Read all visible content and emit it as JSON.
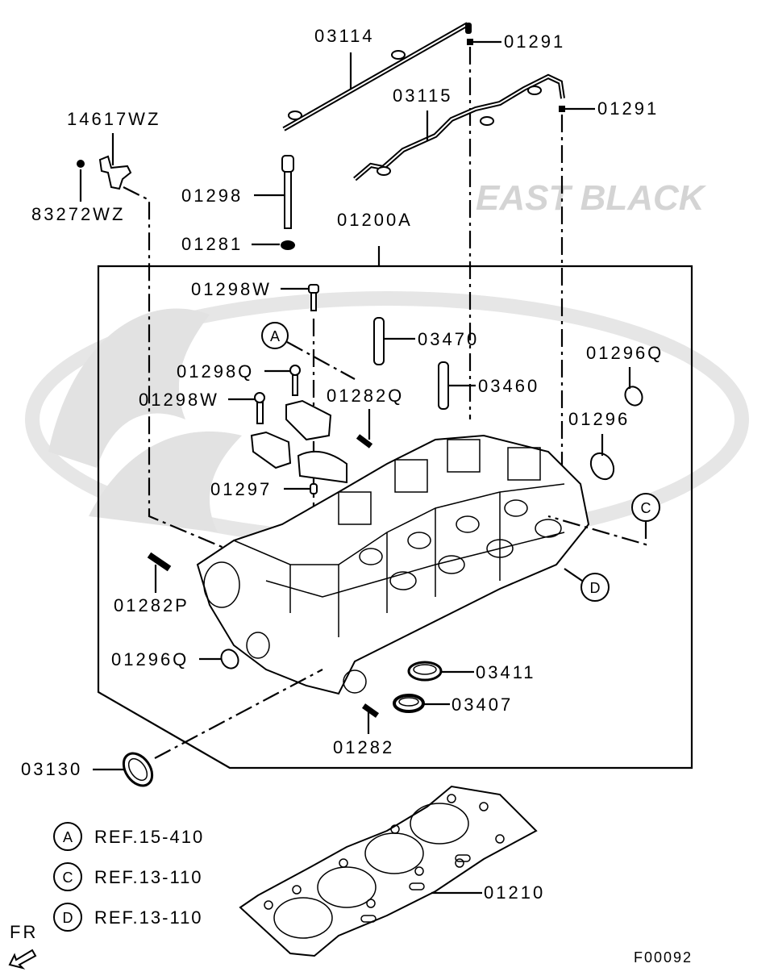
{
  "diagram": {
    "figure_id": "F00092",
    "watermark": "EAST BLACK",
    "front_marker": "FR",
    "parts": {
      "p03114": "03114",
      "p01291a": "01291",
      "p03115": "03115",
      "p01291b": "01291",
      "p14617WZ": "14617WZ",
      "p83272WZ": "83272WZ",
      "p01298": "01298",
      "p01281": "01281",
      "p01200A": "01200A",
      "p01298W_top": "01298W",
      "p03470": "03470",
      "p01296Q_right": "01296Q",
      "p01298Q": "01298Q",
      "p03460": "03460",
      "p01298W_mid": "01298W",
      "p01282Q": "01282Q",
      "p01296": "01296",
      "p01297": "01297",
      "p01282P": "01282P",
      "p01296Q_left": "01296Q",
      "p03411": "03411",
      "p03407": "03407",
      "p01282": "01282",
      "p03130": "03130",
      "p01210": "01210"
    },
    "callouts": {
      "A": "A",
      "C": "C",
      "D": "D"
    },
    "references": [
      {
        "key": "A",
        "text": "REF.15-410"
      },
      {
        "key": "C",
        "text": "REF.13-110"
      },
      {
        "key": "D",
        "text": "REF.13-110"
      }
    ]
  }
}
